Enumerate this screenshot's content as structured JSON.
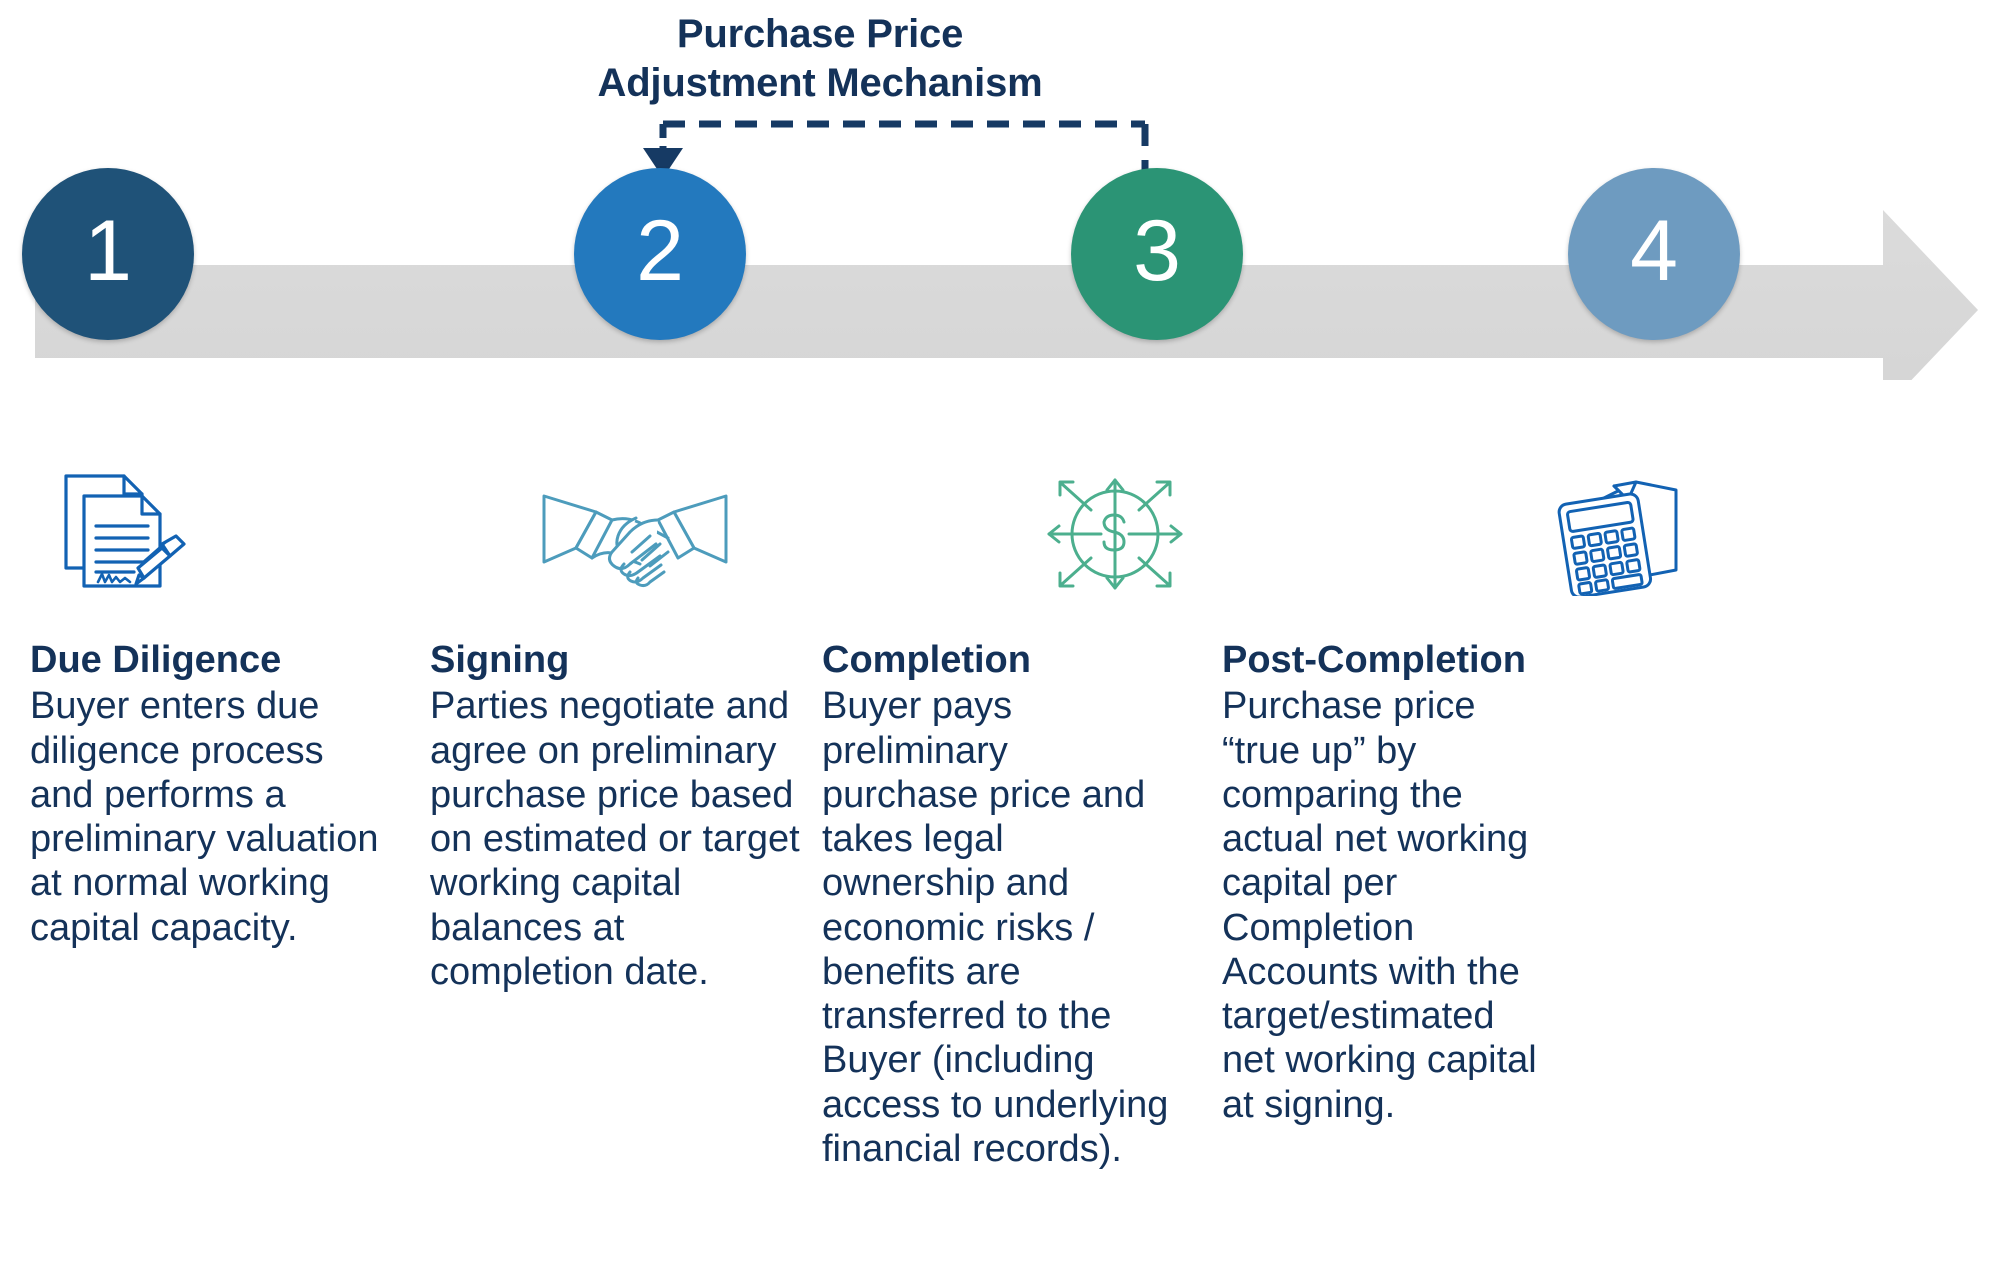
{
  "diagram": {
    "title": {
      "line1": "Purchase Price",
      "line2": "Adjustment Mechanism"
    },
    "colors": {
      "title_navy": "#143259",
      "step1": "#1F5278",
      "step2": "#2379BE",
      "step3": "#2B9475",
      "step4": "#6E9BC0",
      "timeline_bar": "#D9D9D9",
      "icon_blue": "#1262B3",
      "icon_teal": "#4D9CBC",
      "icon_green": "#4CAF8E",
      "connector": "#163A64"
    },
    "connector": {
      "name": "purchase-price-adjustment-connector",
      "from_step": "3",
      "to_step": "2",
      "style": "dashed"
    },
    "timeline": {
      "direction": "left-to-right",
      "arrowhead": "right"
    },
    "steps": [
      {
        "number": "1",
        "heading": "Due Diligence",
        "body": "Buyer enters due diligence process and performs a preliminary valuation at normal working capital capacity.",
        "icon": "signed-document-icon"
      },
      {
        "number": "2",
        "heading": "Signing",
        "body": "Parties negotiate and agree on preliminary purchase price based on estimated or target working capital balances at completion date.",
        "icon": "handshake-icon"
      },
      {
        "number": "3",
        "heading": "Completion",
        "body": "Buyer pays preliminary purchase price and takes legal ownership and economic risks / benefits are transferred to the Buyer (including access to underlying financial records).",
        "icon": "dollar-distribution-icon"
      },
      {
        "number": "4",
        "heading": "Post-Completion",
        "body": "Purchase price “true up” by comparing the actual net working capital per Completion Accounts with the target/estimated net working capital at signing.",
        "icon": "calculator-document-icon"
      }
    ]
  }
}
